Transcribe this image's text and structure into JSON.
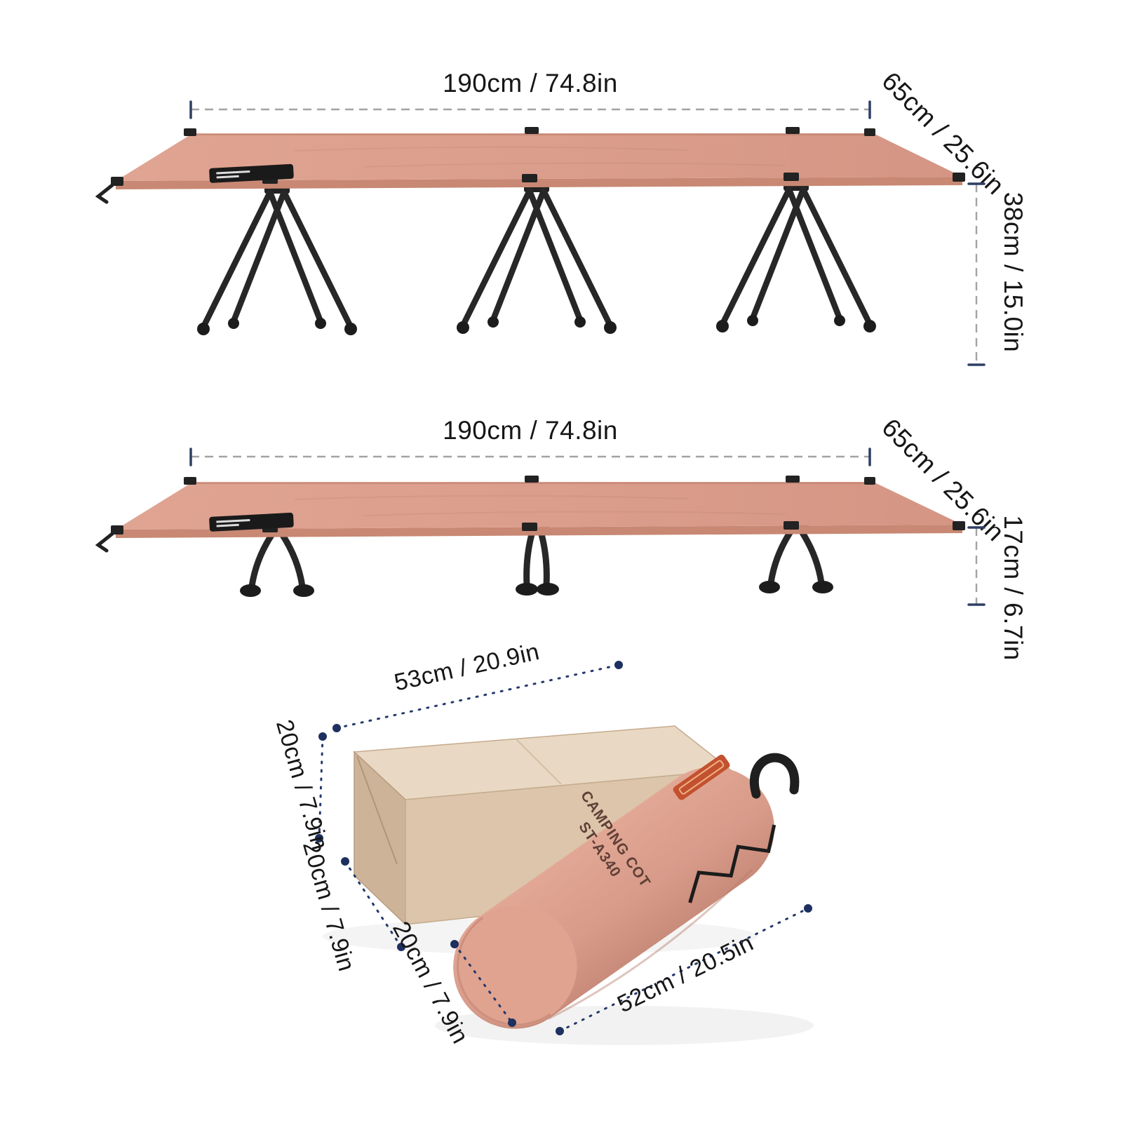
{
  "cot_high": {
    "length": "190cm / 74.8in",
    "width": "65cm / 25.6in",
    "height": "38cm / 15.0in"
  },
  "cot_low": {
    "length": "190cm / 74.8in",
    "width": "65cm / 25.6in",
    "height": "17cm / 6.7in"
  },
  "package": {
    "box_length": "53cm / 20.9in",
    "box_height": "20cm / 7.9in",
    "box_depth": "20cm / 7.9in",
    "bag_diameter": "20cm / 7.9in",
    "bag_length": "52cm / 20.5in",
    "bag_label_line1": "CAMPING COT",
    "bag_label_line2": "ST-A340"
  },
  "colors": {
    "fabric": "#dc9e8c",
    "fabric_edge": "#c88873",
    "frame": "#272727",
    "dim_line_gray": "#a3a3a3",
    "dim_tick_navy": "#2e3f63",
    "dim_dot_navy": "#1d3060",
    "text": "#161616",
    "box_top": "#e9d8c3",
    "box_front": "#dcc5ab",
    "box_side": "#cdb499",
    "bag_body": "#d89a89",
    "bag_patch": "#c3512f"
  }
}
